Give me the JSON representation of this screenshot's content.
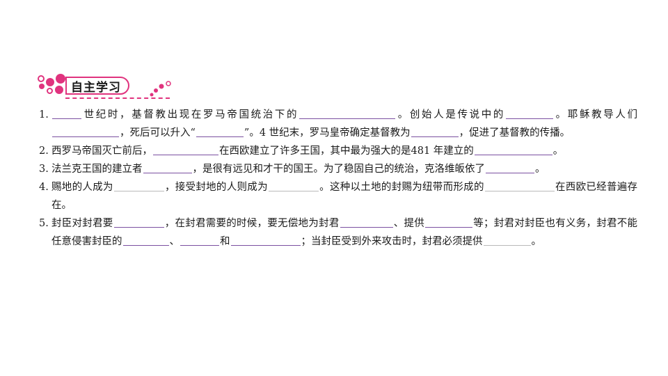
{
  "section": {
    "title": "自主学习",
    "accent_color": "#e0337e",
    "icon": "decorative-dots-icon"
  },
  "questions": [
    {
      "number": "1.",
      "parts": [
        "世纪时，基督教出现在罗马帝国统治下的",
        "。创始人是传说中的",
        "。耶稣教导人们",
        "，死后可以升入“",
        "”。4 世纪末，罗马皇帝确定基督教为",
        "，促进了基督教的传播。"
      ]
    },
    {
      "number": "2.",
      "parts": [
        "西罗马帝国灭亡前后，",
        "在西欧建立了许多王国，其中最为强大的是481 年建立的",
        "。"
      ]
    },
    {
      "number": "3.",
      "parts": [
        "法兰克王国的建立者",
        "，是很有远见和才干的国王。为了稳固自己的统治，克洛维皈依了",
        "。"
      ]
    },
    {
      "number": "4.",
      "parts": [
        "赐地的人成为",
        "，接受封地的人则成为",
        "。这种以土地的封赐为纽带而形成的",
        "在西欧已经普遍存在。"
      ]
    },
    {
      "number": "5.",
      "parts": [
        "封臣对封君要",
        "，在封君需要的时候，要无偿地为封君",
        "、提供",
        "等；封君对封臣也有义务，封君不能任意侵害封臣的",
        "、",
        "和",
        "；当封臣受到外来攻击时，封君必须提供",
        "。"
      ]
    }
  ],
  "colors": {
    "blank_line": "#7a4fa0",
    "blank_line_light": "#b9b9b9",
    "text": "#1a1a1a"
  }
}
